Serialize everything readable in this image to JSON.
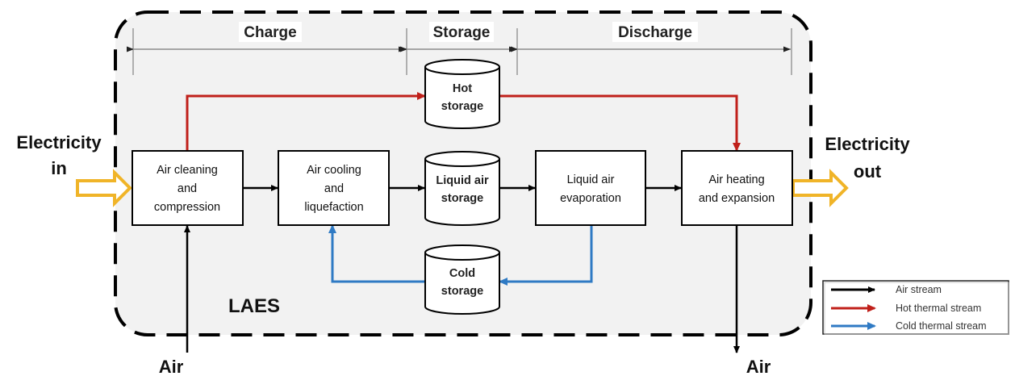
{
  "diagram": {
    "system_label": "LAES",
    "phases": [
      {
        "label": "Charge"
      },
      {
        "label": "Storage"
      },
      {
        "label": "Discharge"
      }
    ],
    "inputs": {
      "electricity_in": [
        "Electricity",
        "in"
      ],
      "electricity_out": [
        "Electricity",
        "out"
      ],
      "air_in": "Air",
      "air_out": "Air"
    },
    "process_blocks": [
      {
        "id": "air-cleaning-compression",
        "lines": [
          "Air cleaning",
          "and",
          "compression"
        ]
      },
      {
        "id": "air-cooling-liquefaction",
        "lines": [
          "Air cooling",
          "and",
          "liquefaction"
        ]
      },
      {
        "id": "liquid-air-evaporation",
        "lines": [
          "Liquid air",
          "evaporation"
        ]
      },
      {
        "id": "air-heating-expansion",
        "lines": [
          "Air heating",
          "and expansion"
        ]
      }
    ],
    "storages": [
      {
        "id": "hot-storage",
        "lines": [
          "Hot",
          "storage"
        ]
      },
      {
        "id": "liquid-air-storage",
        "lines": [
          "Liquid air",
          "storage"
        ]
      },
      {
        "id": "cold-storage",
        "lines": [
          "Cold",
          "storage"
        ]
      }
    ],
    "streams": [
      {
        "type": "air",
        "from": "air-in",
        "to": "air-cleaning-compression"
      },
      {
        "type": "air",
        "from": "air-cleaning-compression",
        "to": "air-cooling-liquefaction"
      },
      {
        "type": "air",
        "from": "air-cooling-liquefaction",
        "to": "liquid-air-storage"
      },
      {
        "type": "air",
        "from": "liquid-air-storage",
        "to": "liquid-air-evaporation"
      },
      {
        "type": "air",
        "from": "liquid-air-evaporation",
        "to": "air-heating-expansion"
      },
      {
        "type": "air",
        "from": "air-heating-expansion",
        "to": "air-out"
      },
      {
        "type": "hot",
        "from": "air-cleaning-compression",
        "to": "hot-storage"
      },
      {
        "type": "hot",
        "from": "hot-storage",
        "to": "air-heating-expansion"
      },
      {
        "type": "cold",
        "from": "liquid-air-evaporation",
        "to": "cold-storage"
      },
      {
        "type": "cold",
        "from": "cold-storage",
        "to": "air-cooling-liquefaction"
      }
    ],
    "legend": [
      {
        "type": "air",
        "label": "Air stream"
      },
      {
        "type": "hot",
        "label": "Hot thermal stream"
      },
      {
        "type": "cold",
        "label": "Cold thermal stream"
      }
    ],
    "colors": {
      "air": "#000000",
      "hot": "#c0201a",
      "cold": "#2f7ac4",
      "electricity": "#f0b428",
      "system_bg": "#f2f2f2",
      "phase_line": "#888888"
    }
  }
}
